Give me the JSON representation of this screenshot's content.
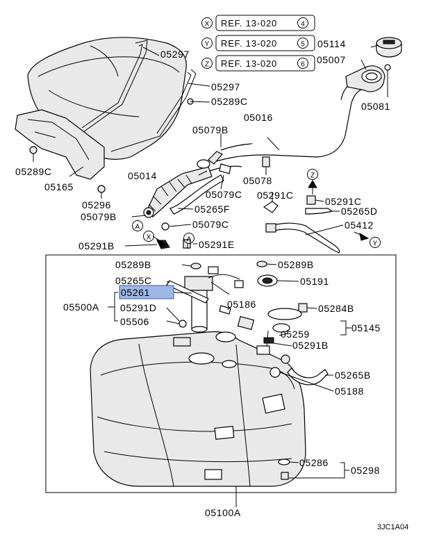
{
  "refs": [
    {
      "marker": "X",
      "text": "REF. 13-020",
      "num": "4"
    },
    {
      "marker": "Y",
      "text": "REF. 13-020",
      "num": "5"
    },
    {
      "marker": "Z",
      "text": "REF. 13-020",
      "num": "6"
    }
  ],
  "highlight": {
    "label": "05261",
    "color": "#9fb7e6"
  },
  "labels": {
    "p05297a": "05297",
    "p05297b": "05297",
    "p05289c_a": "05289C",
    "p05016": "05016",
    "p05079b_a": "05079B",
    "p05114": "05114",
    "p05007": "05007",
    "p05081": "05081",
    "p05289c_b": "05289C",
    "p05165": "05165",
    "p05014": "05014",
    "p05078": "05078",
    "p05296": "05296",
    "p05079c_a": "05079C",
    "p05291c_a": "05291C",
    "p05291c_b": "05291C",
    "p05265f": "05265F",
    "p05079b_b": "05079B",
    "p05265d": "05265D",
    "p05079c_b": "05079C",
    "p05412": "05412",
    "p05291b_a": "05291B",
    "p05291e": "05291E",
    "p05289b_a": "05289B",
    "p05289b_b": "05289B",
    "p05265c": "05265C",
    "p05191": "05191",
    "p05500a": "05500A",
    "p05186": "05186",
    "p05291d": "05291D",
    "p05284b": "05284B",
    "p05506": "05506",
    "p05145": "05145",
    "p05259": "05259",
    "p05291b_b": "05291B",
    "p05265b": "05265B",
    "p05188": "05188",
    "p05286": "05286",
    "p05298": "05298",
    "p05100a": "05100A"
  },
  "markers": {
    "a1": "A",
    "x1": "X",
    "a2": "A",
    "z1": "Z",
    "y1": "Y"
  },
  "code": "3JC1A04"
}
